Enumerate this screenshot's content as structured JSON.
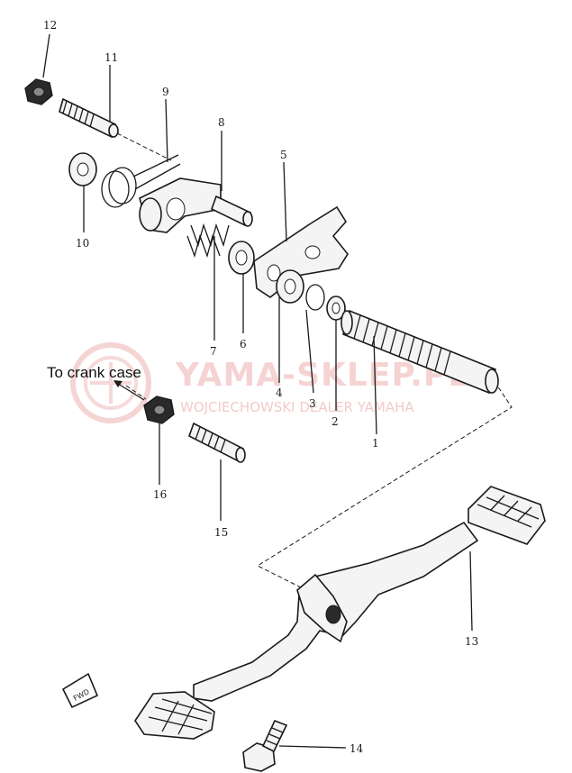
{
  "callouts": {
    "p1": "1",
    "p2": "2",
    "p3": "3",
    "p4": "4",
    "p5": "5",
    "p6": "6",
    "p7": "7",
    "p8": "8",
    "p9": "9",
    "p10": "10",
    "p11": "11",
    "p12": "12",
    "p13": "13",
    "p14": "14",
    "p15": "15",
    "p16": "16"
  },
  "note": "To crank case",
  "fwd_mark": "FWD",
  "watermark": {
    "brand": "YAMA-SKLEP.PL",
    "subtitle": "WOJCIECHOWSKI DEALER YAMAHA"
  }
}
